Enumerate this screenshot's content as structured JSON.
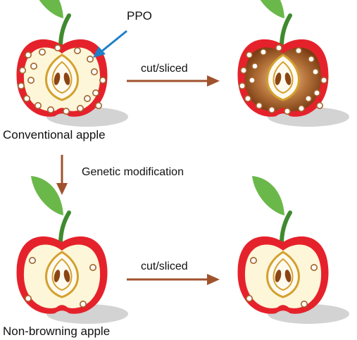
{
  "labels": {
    "ppo": "PPO",
    "cut_top": "cut/sliced",
    "conventional": "Conventional apple",
    "genetic": "Genetic modification",
    "cut_bottom": "cut/sliced",
    "nonbrowning": "Non-browning apple"
  },
  "colors": {
    "apple_skin": "#e5222b",
    "flesh": "#fdf6d9",
    "browned_flesh": "#8a4a1d",
    "ppo_dot_stroke": "#a0622a",
    "core_outline": "#d3a12d",
    "seed": "#8b4513",
    "leaf": "#6ab84a",
    "stem": "#3f8a2f",
    "arrow": "#a0522d",
    "ppo_pointer": "#1e7fc8",
    "shadow": "#d3d3d3"
  },
  "apples": [
    {
      "id": "conventional-fresh",
      "browned": false,
      "ppo_dots": "many"
    },
    {
      "id": "conventional-cut",
      "browned": true,
      "ppo_dots": "many"
    },
    {
      "id": "nonbrowning-fresh",
      "browned": false,
      "ppo_dots": "few"
    },
    {
      "id": "nonbrowning-cut",
      "browned": false,
      "ppo_dots": "few"
    }
  ]
}
